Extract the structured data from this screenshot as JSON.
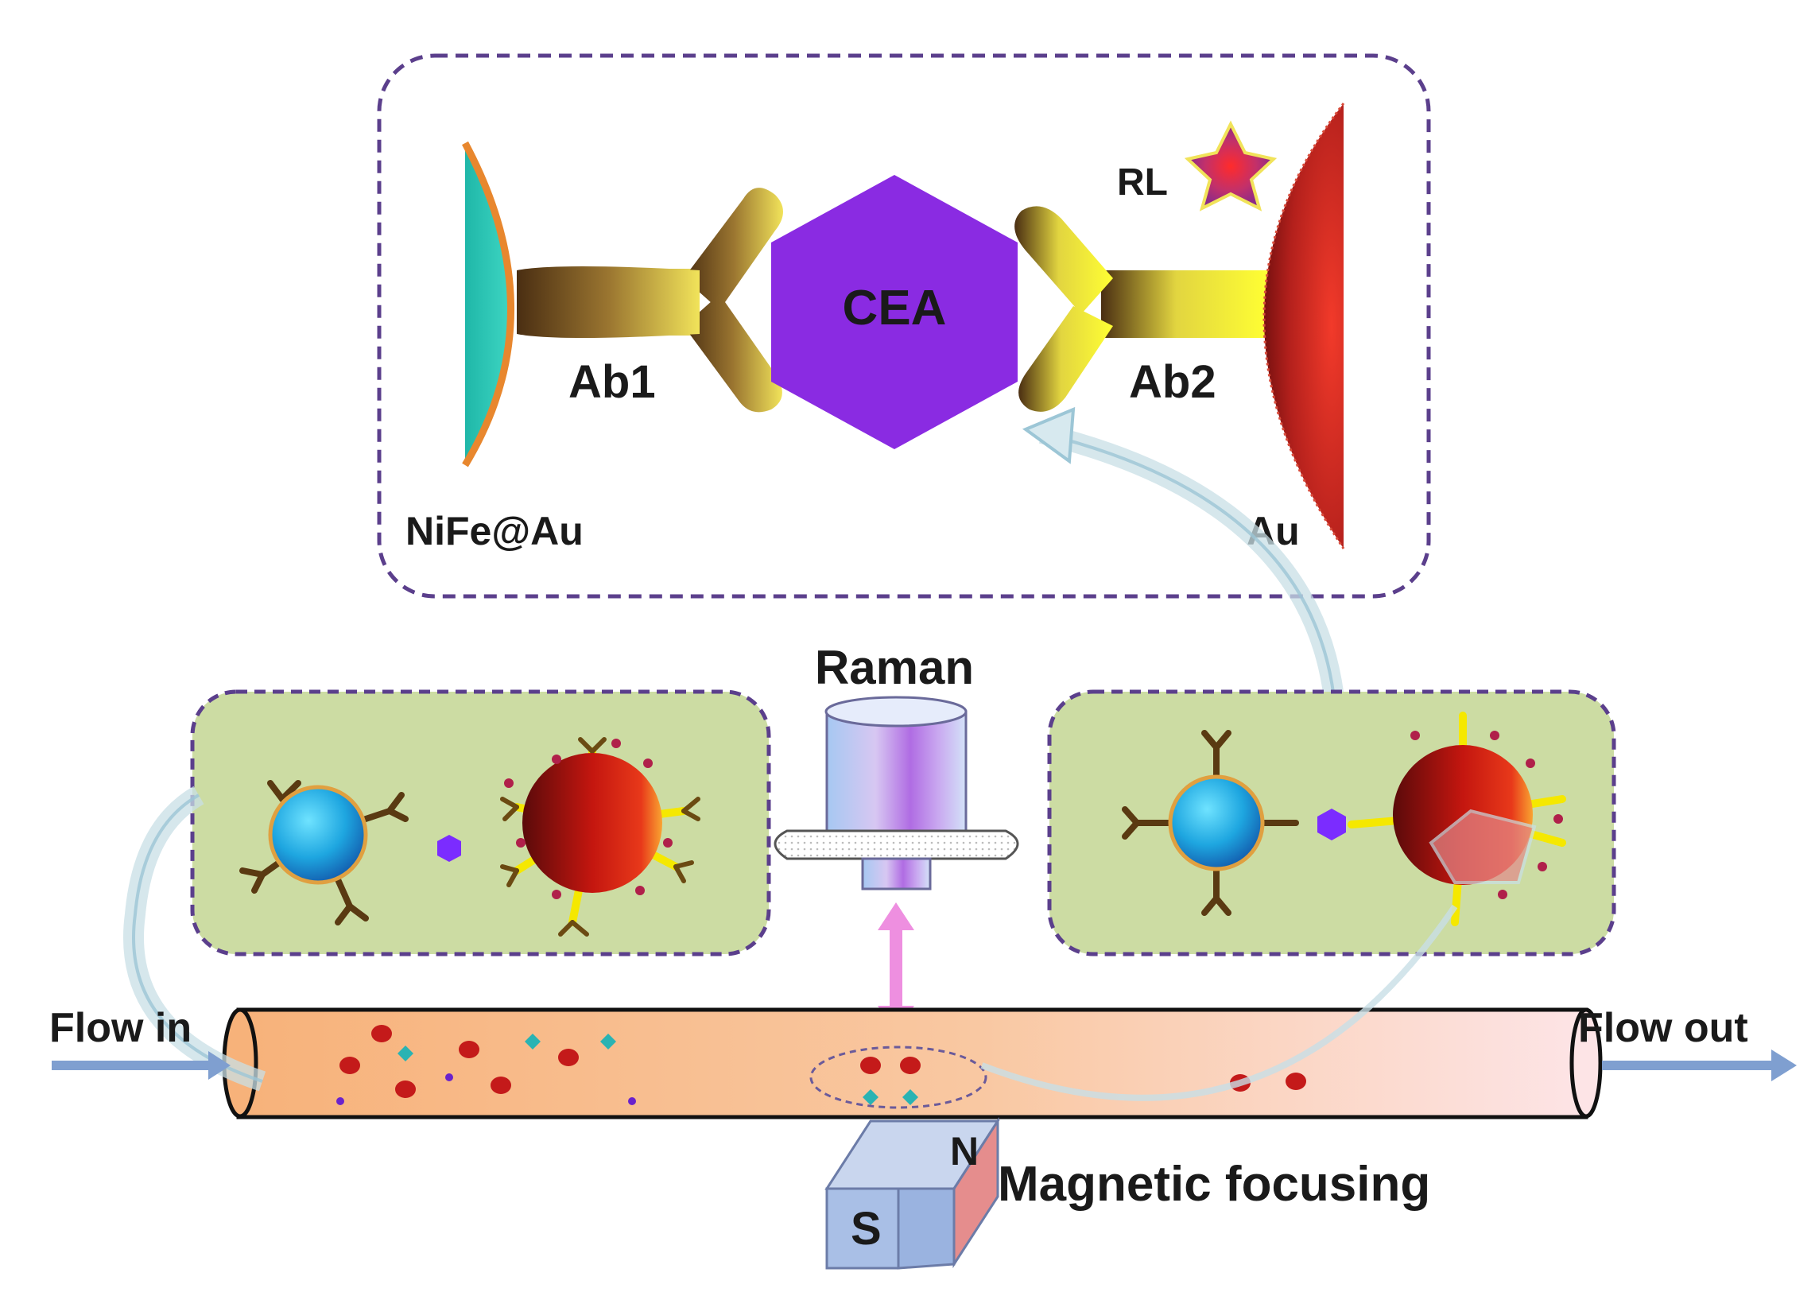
{
  "labels": {
    "nife_au": "NiFe@Au",
    "ab1": "Ab1",
    "cea": "CEA",
    "ab2": "Ab2",
    "rl": "RL",
    "au": "Au",
    "raman": "Raman",
    "flow_in": "Flow in",
    "flow_out": "Flow out",
    "magnet_s": "S",
    "magnet_n": "N",
    "magnetic_focusing": "Magnetic focusing"
  },
  "colors": {
    "dash_border": "#5b3f8c",
    "panel_fill": "#ccdca3",
    "cea": "#8a2be2",
    "tube_left": "#f7b27a",
    "tube_right": "#fde3e3",
    "arrow_blue": "#7f9fd0",
    "raman_arrow": "#ee8fe0",
    "red_particle": "#c41a1a"
  }
}
